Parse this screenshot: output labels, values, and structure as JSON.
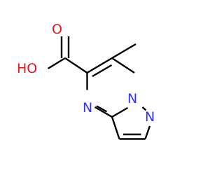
{
  "molecule": {
    "atoms": {
      "carboxyl_oxygen_top": {
        "symbol": "O",
        "color": "#e8141e"
      },
      "hydroxyl": {
        "symbol": "HO",
        "color": "#e8141e"
      },
      "pyrimidine_nitrogen": {
        "symbol": "N",
        "color": "#3333ff"
      },
      "bridgehead_nitrogen": {
        "symbol": "N",
        "color": "#3333ff"
      },
      "pyrazole_nitrogen": {
        "symbol": "N",
        "color": "#3333ff"
      }
    },
    "bond_color": "#000000"
  }
}
